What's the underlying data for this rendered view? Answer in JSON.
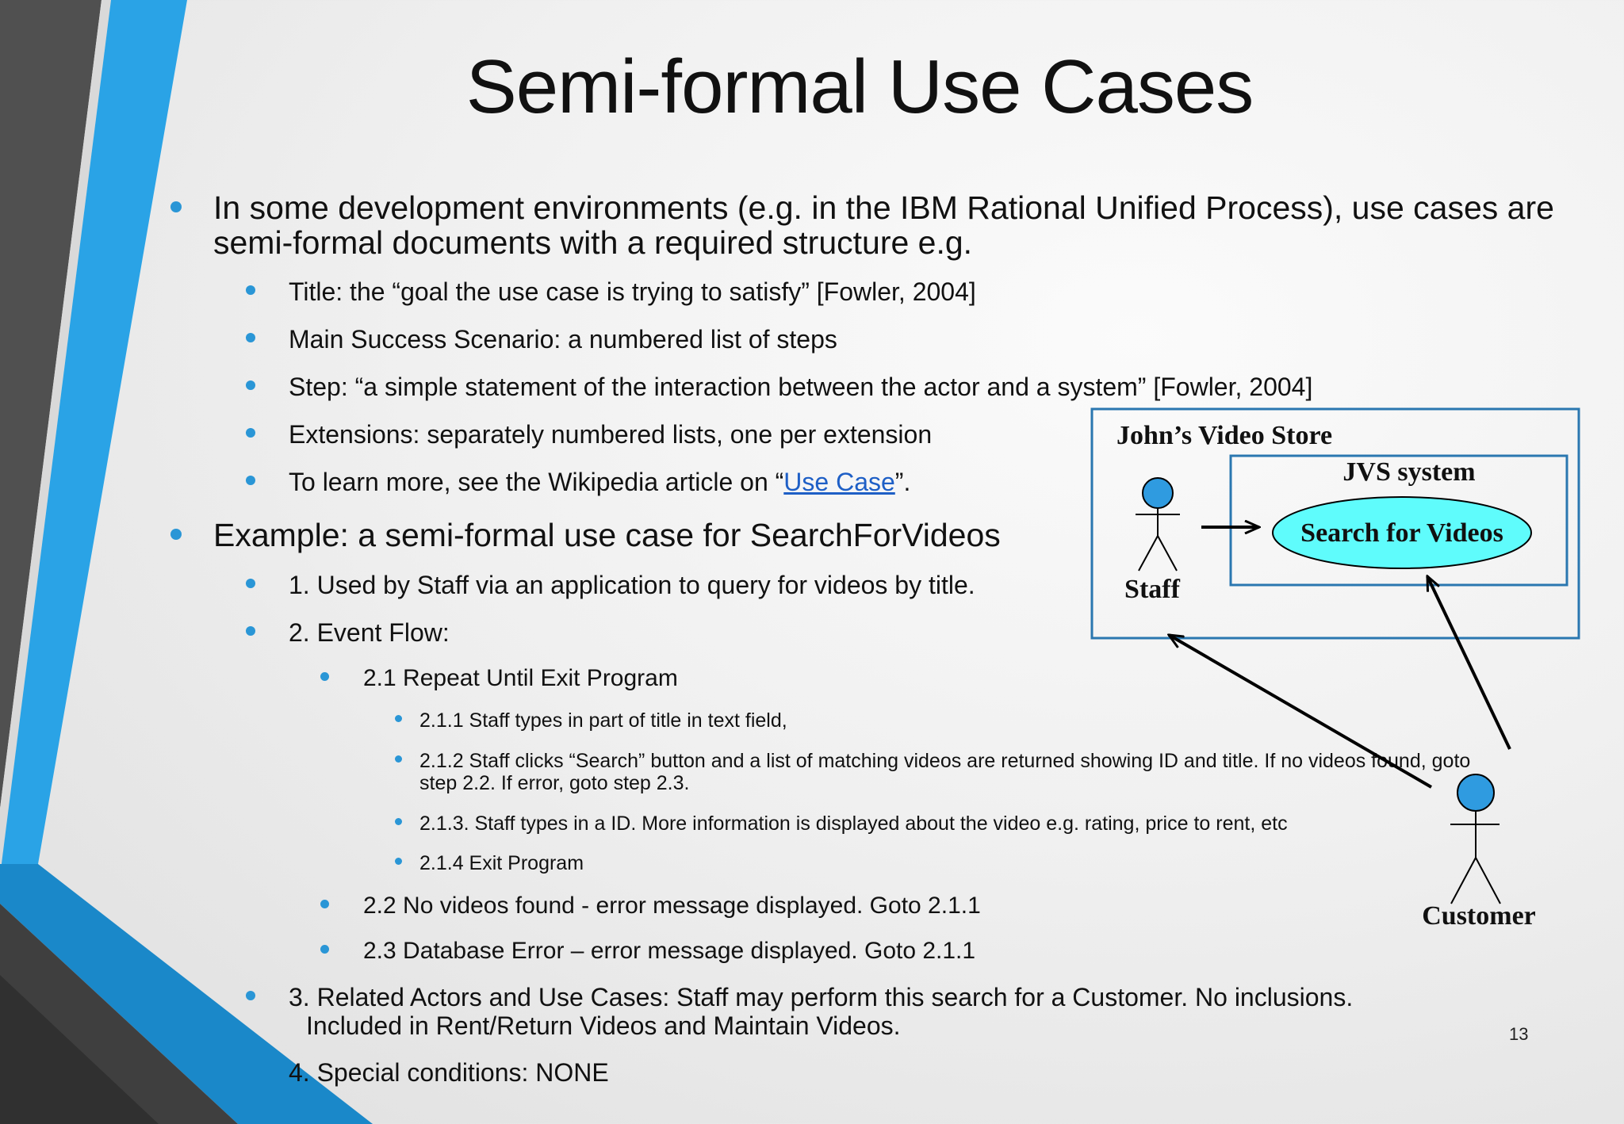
{
  "title": "Semi-formal Use Cases",
  "bullets": {
    "b1_line1": "In some development environments (e.g. in the IBM Rational Unified Process), use cases are",
    "b1_line2": "semi-formal documents with a required structure e.g.",
    "title_item": "Title:  the “goal the use case is trying to satisfy” [Fowler, 2004]",
    "main_item": "Main Success Scenario:  a numbered list of steps",
    "step_item": "Step:  “a simple statement of the interaction between the actor and a system” [Fowler, 2004]",
    "ext_item": "Extensions:  separately numbered lists, one per extension",
    "learn_prefix": "To learn more, see the Wikipedia article on “",
    "learn_link": "Use Case",
    "learn_suffix": "”.",
    "example": "Example: a semi-formal use case for SearchForVideos",
    "ex1": "1. Used by Staff via an application to query for videos by title.",
    "ex2": "2. Event Flow:",
    "ex21": "2.1 Repeat Until Exit Program",
    "ex211": "2.1.1 Staff types in part of title in text field,",
    "ex212_line1": "2.1.2 Staff clicks “Search” button and a list of matching videos are returned showing ID and title. If no videos found, goto",
    "ex212_line2": "step 2.2. If error, goto step 2.3.",
    "ex213": "2.1.3. Staff types in a ID. More information is displayed about the video e.g. rating, price to rent, etc",
    "ex214": "2.1.4 Exit Program",
    "ex22": "2.2 No videos found - error message displayed. Goto 2.1.1",
    "ex23": "2.3 Database Error – error message displayed. Goto 2.1.1",
    "ex3_line1": "3. Related Actors and Use Cases:  Staff may perform this search for a Customer.  No inclusions.",
    "ex3_line2": "Included in Rent/Return Videos and Maintain Videos.",
    "ex4": "4. Special conditions: NONE"
  },
  "diagram": {
    "store_label": "John’s Video Store",
    "system_label": "JVS system",
    "usecase_label": "Search for Videos",
    "actor_staff": "Staff",
    "actor_customer": "Customer",
    "colors": {
      "boundary": "#2a77b0",
      "usecase_fill": "#5ffcfc",
      "actor_head": "#2f9be0"
    }
  },
  "page_number": "13",
  "colors": {
    "accent_blue": "#2aa3e6",
    "dark_gray": "#4a4a4a",
    "bullet": "#2a96d6"
  }
}
